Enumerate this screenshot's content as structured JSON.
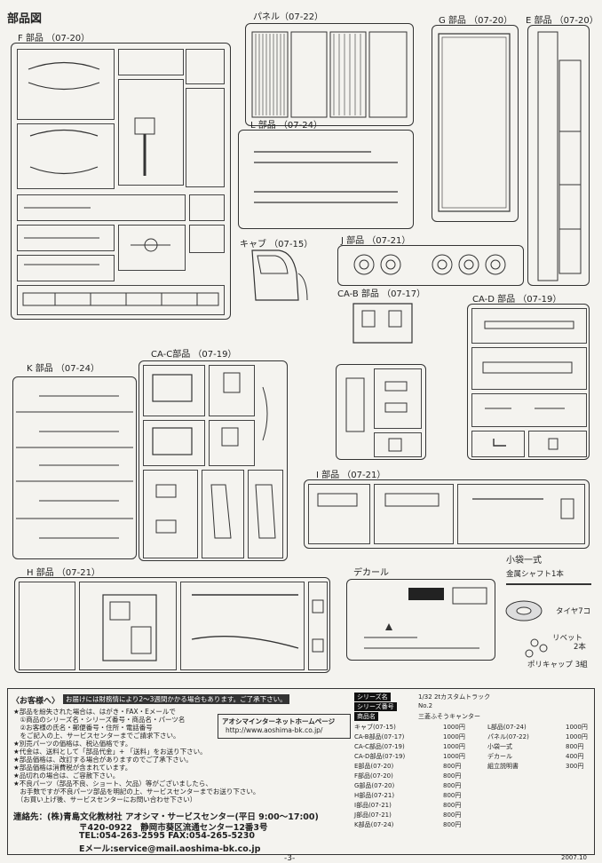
{
  "page_title": "部品図",
  "sections": {
    "F": "F 部品 （07-20）",
    "panel": "パネル（07-22）",
    "G": "G 部品 （07-20）",
    "E": "E 部品 （07-20）",
    "L": "L 部品 （07-24）",
    "cab": "キャブ （07-15）",
    "J": "J 部品 （07-21）",
    "CAB": "CA-B 部品 （07-17）",
    "CAD": "CA-D 部品 （07-19）",
    "K": "K 部品 （07-24）",
    "CAC": "CA-C部品 （07-19）",
    "I": "I 部品 （07-21）",
    "H": "H 部品 （07-21）",
    "decal": "デカール",
    "bag": "小袋一式"
  },
  "bag_items": {
    "shaft": "金属シャフト1本",
    "tire": "タイヤ7コ",
    "rivet": "リベット",
    "rivet_count": "2本",
    "polycap": "ポリキャップ 3組"
  },
  "info": {
    "customer_title": "〈お客様へ〉",
    "banner": "お届けには財務情により2～3週間かかる場合もあります。ご了承下さい。",
    "notes": [
      "★部品を紛失された場合は、はがき・FAX・Eメールで",
      "　①商品のシリーズ名・シリーズ番号・商品名・パーツ名",
      "　②お客様の氏名・郵便番号・住所・電話番号",
      "　をご記入の上、サービスセンターまでご請求下さい。",
      "★別売パーツの価格は、税込価格です。",
      "★代金は、送料として「部品代金」+ 「送料」をお送り下さい。",
      "★部品価格は、改訂する場合がありますのでご了承下さい。",
      "★部品価格は消費税が含まれています。",
      "★品切れの場合は、ご容赦下さい。",
      "★不良パーツ（部品不良、ショート、欠品）等がございましたら、",
      "　お手数ですが不良パーツ部品を明記の上、サービスセンターまでお送り下さい。",
      "　（お買い上げ後、サービスセンターにお問い合わせ下さい）"
    ],
    "homepage_title": "アオシマインターネットホームページ",
    "homepage_url": "http://www.aoshima-bk.co.jp/",
    "contact": "連絡先：(株)青島文化教材社 アオシマ・サービスセンター(平日 9:00～17:00)",
    "address": "〒420-0922　静岡市葵区流通センター12番3号",
    "tel": "TEL:054-263-2595 FAX:054-265-5230",
    "email": "Eメール:service@mail.aoshima-bk.co.jp",
    "page_number": "-3-",
    "date": "2007.10"
  },
  "price_table": {
    "series_name_label": "シリーズ名",
    "series_name": "1/32 2tカスタムトラック",
    "series_no_label": "シリーズ番号",
    "series_no": "No.2",
    "product_label": "商品名",
    "product": "三菱ふそうキャンター",
    "left": [
      {
        "name": "キャブ(07-15)",
        "price": "1000円"
      },
      {
        "name": "CA-B部品(07-17)",
        "price": "1000円"
      },
      {
        "name": "CA-C部品(07-19)",
        "price": "1000円"
      },
      {
        "name": "CA-D部品(07-19)",
        "price": "1000円"
      },
      {
        "name": "E部品(07-20)",
        "price": "800円"
      },
      {
        "name": "F部品(07-20)",
        "price": "800円"
      },
      {
        "name": "G部品(07-20)",
        "price": "800円"
      },
      {
        "name": "H部品(07-21)",
        "price": "800円"
      },
      {
        "name": "I部品(07-21)",
        "price": "800円"
      },
      {
        "name": "J部品(07-21)",
        "price": "800円"
      },
      {
        "name": "K部品(07-24)",
        "price": "800円"
      }
    ],
    "right": [
      {
        "name": "L部品(07-24)",
        "price": "1000円"
      },
      {
        "name": "パネル(07-22)",
        "price": "1000円"
      },
      {
        "name": "小袋一式",
        "price": "800円"
      },
      {
        "name": "デカール",
        "price": "400円"
      },
      {
        "name": "組立説明書",
        "price": "300円"
      }
    ]
  }
}
